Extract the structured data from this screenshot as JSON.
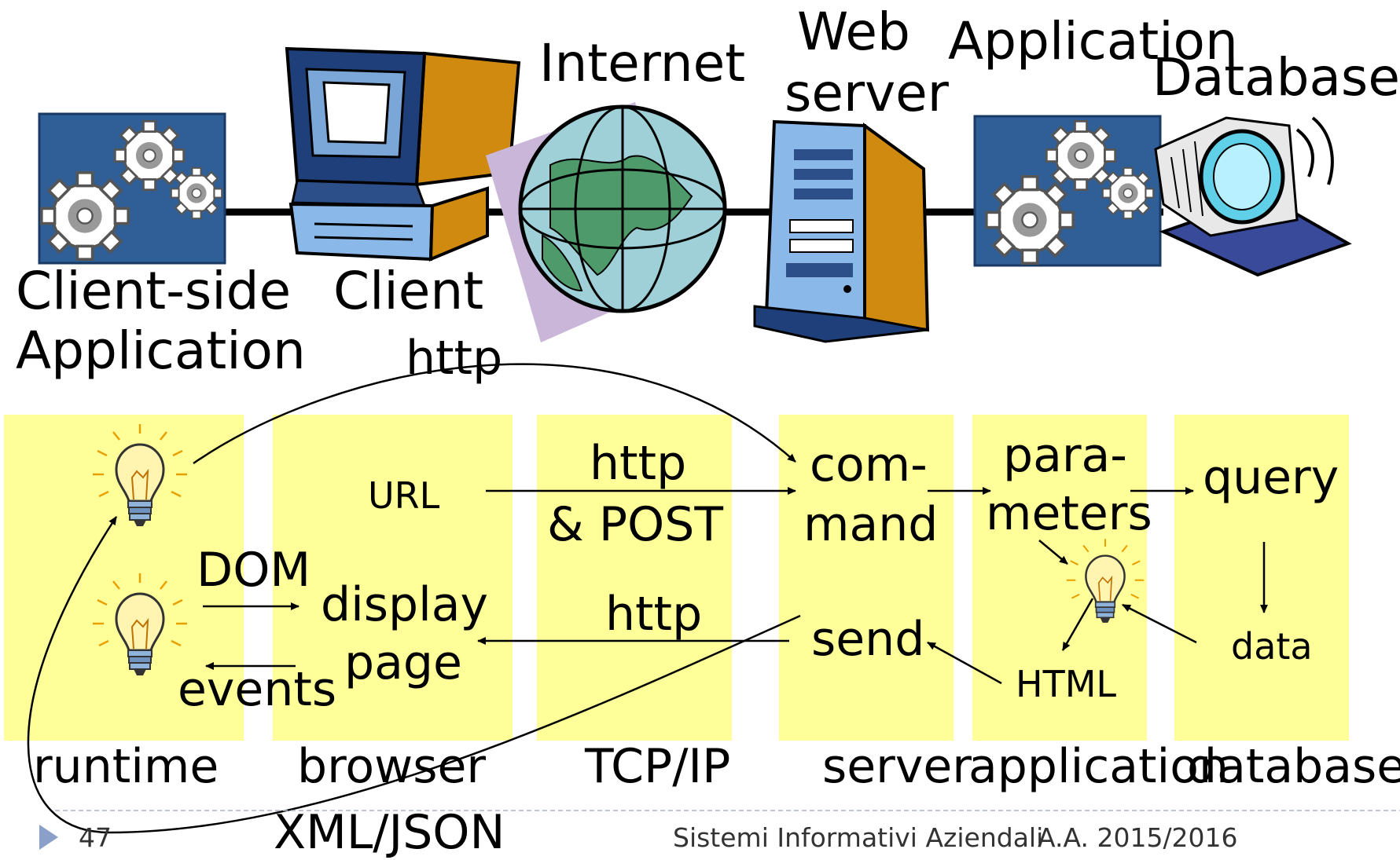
{
  "top_labels": {
    "client_side_line1": "Client-side",
    "client_side_line2": "Application",
    "client": "Client",
    "internet": "Internet",
    "web_server_line1": "Web",
    "web_server_line2": "server",
    "application": "Application",
    "database": "Database"
  },
  "flow": {
    "http_top": "http",
    "url": "URL",
    "http_post_line1": "http",
    "http_post_line2": "& POST",
    "command_line1": "com-",
    "command_line2": "mand",
    "parameters_line1": "para-",
    "parameters_line2": "meters",
    "query": "query",
    "dom": "DOM",
    "display_line1": "display",
    "display_line2": "page",
    "events": "events",
    "http_back": "http",
    "send": "send",
    "html": "HTML",
    "data": "data",
    "xml_json": "XML/JSON"
  },
  "layers": {
    "runtime": "runtime",
    "browser": "browser",
    "tcpip": "TCP/IP",
    "server": "server",
    "application": "application",
    "database": "database"
  },
  "footer": {
    "page_number": "47",
    "course": "Sistemi Informativi Aziendali",
    "year": "A.A. 2015/2016"
  },
  "icons": [
    "gears-icon",
    "computer-icon",
    "globe-icon",
    "server-tower-icon",
    "gears-icon",
    "database-icon",
    "lightbulb-icon"
  ],
  "colors": {
    "column_fill": "#ffff99",
    "panel_blue": "#2f5f96",
    "accent_gold": "#e0a020"
  }
}
